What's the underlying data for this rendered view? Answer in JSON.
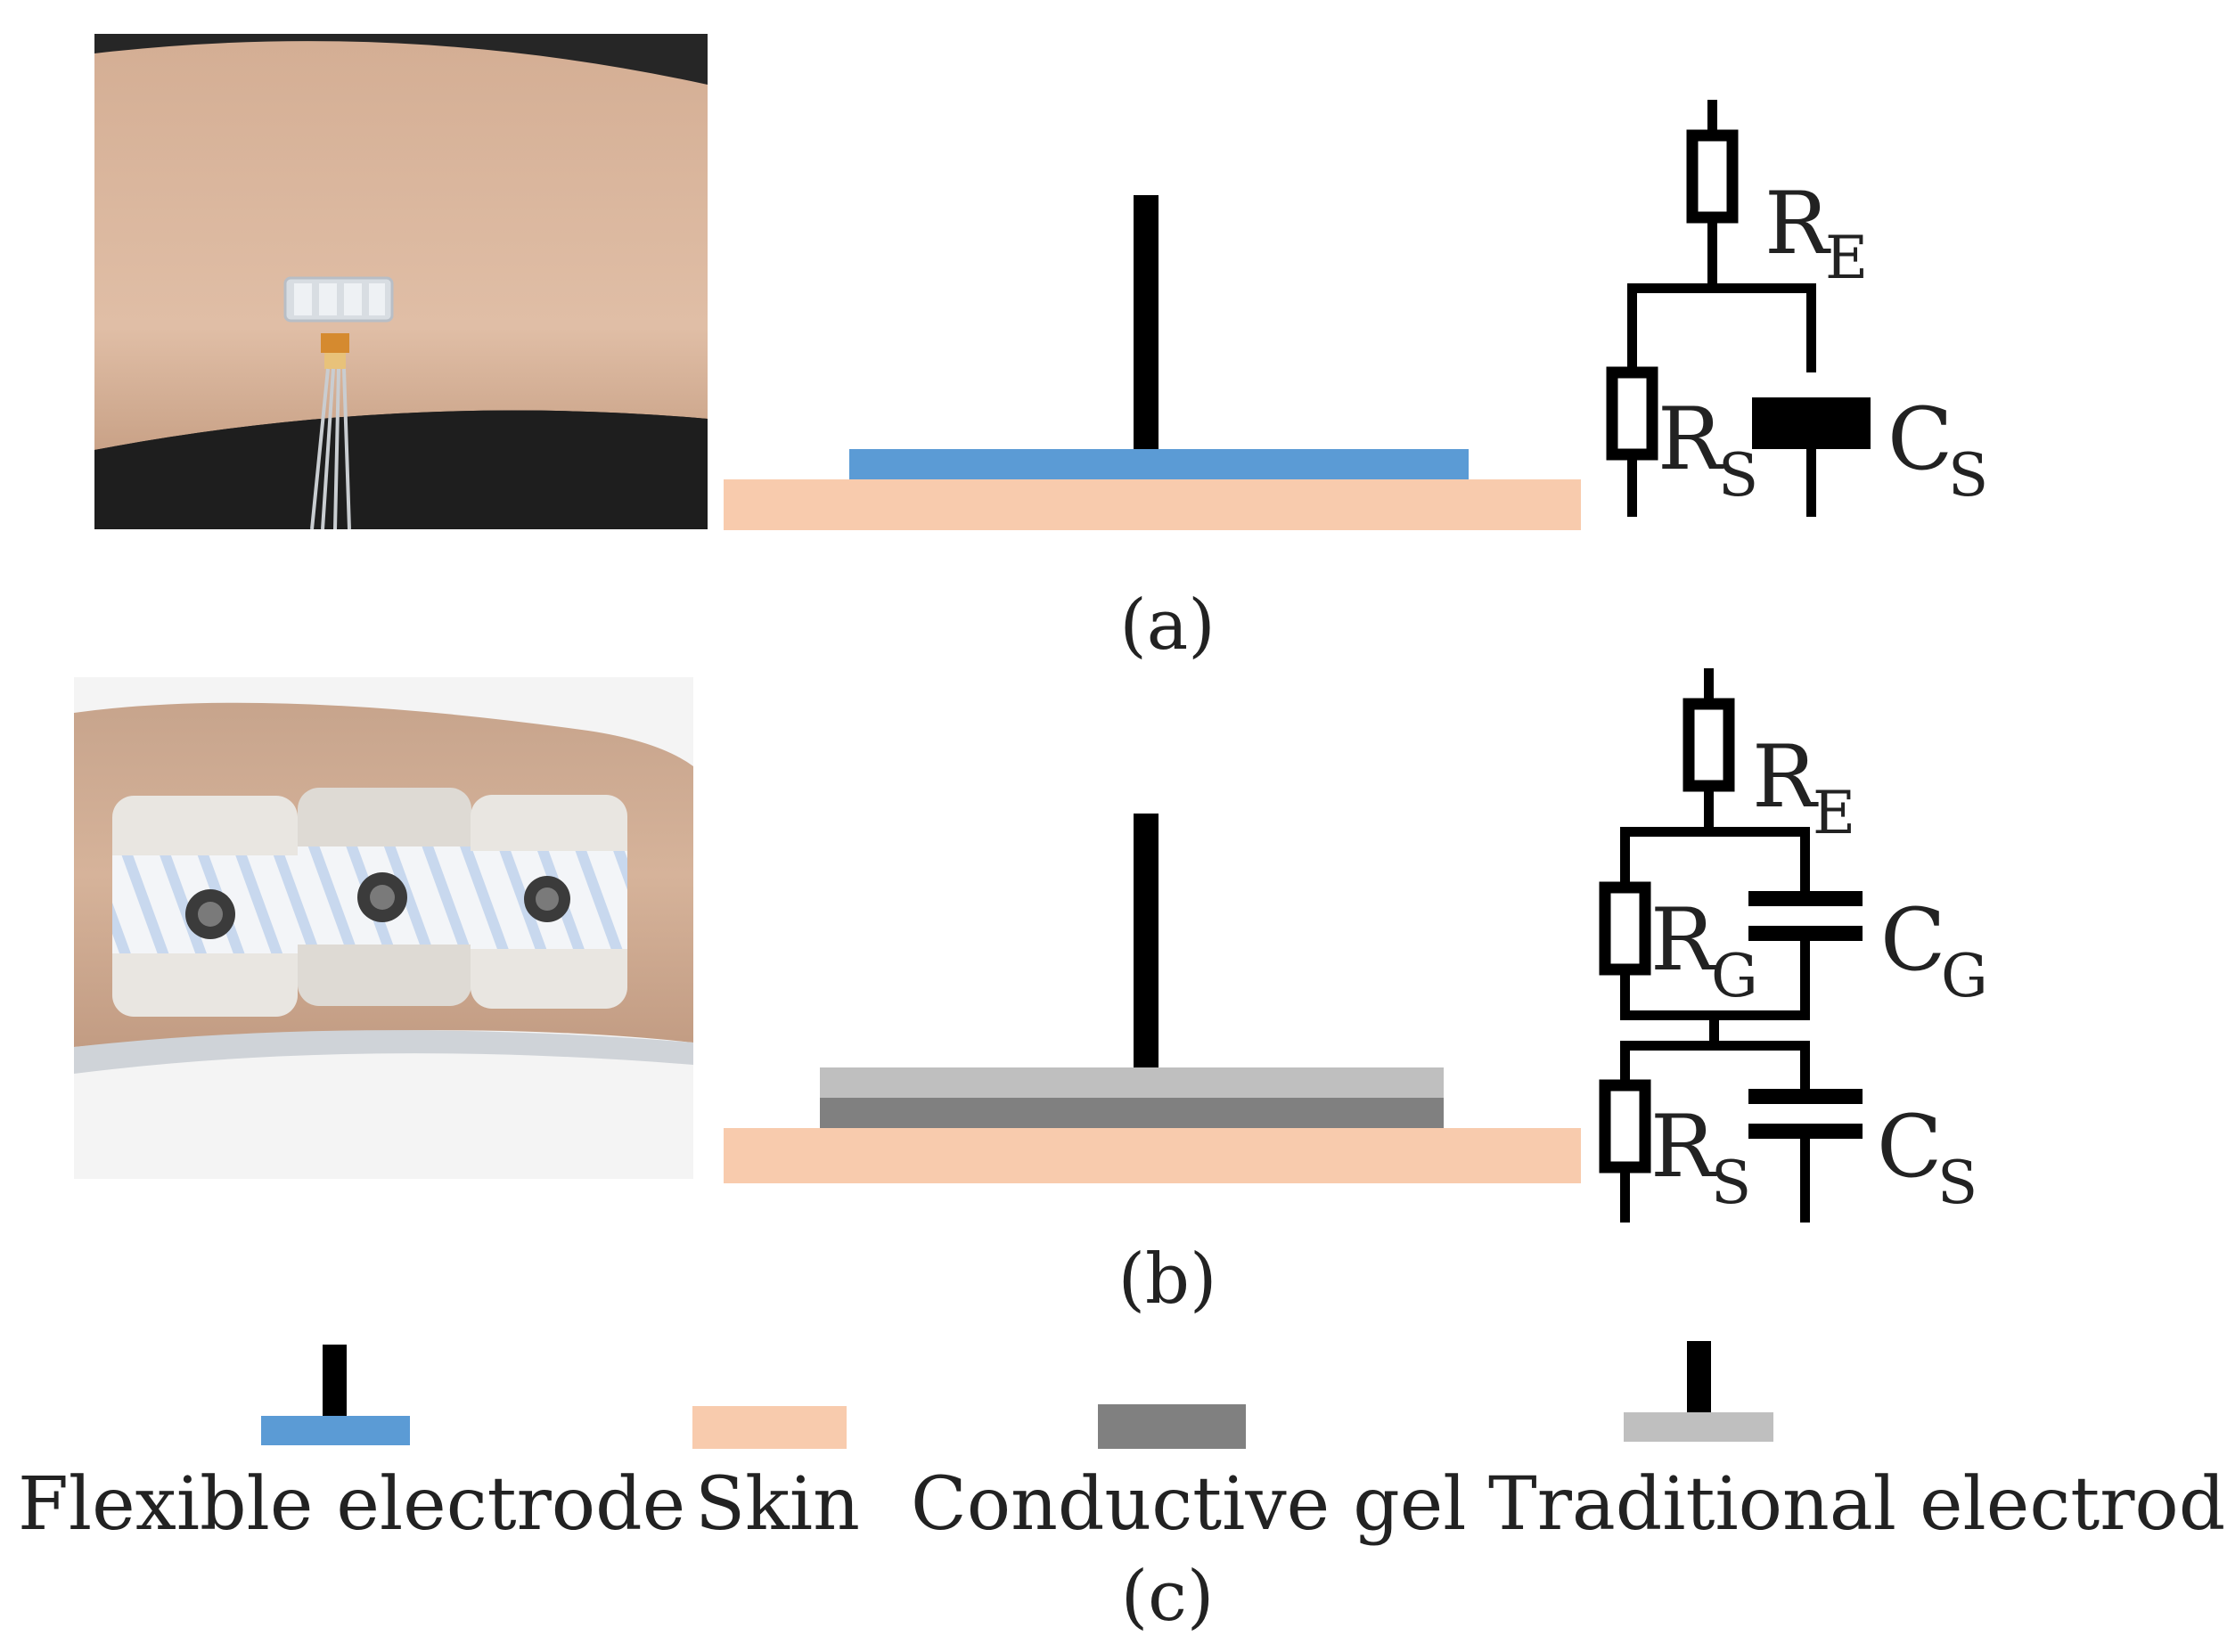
{
  "panels": [
    {
      "label": "(a)"
    },
    {
      "label": "(b)"
    },
    {
      "label": "(c)"
    }
  ],
  "circuit_a": {
    "re": {
      "main": "R",
      "sub": "E"
    },
    "rs": {
      "main": "R",
      "sub": "S"
    },
    "cs": {
      "main": "C",
      "sub": "S"
    }
  },
  "circuit_b": {
    "re": {
      "main": "R",
      "sub": "E"
    },
    "rg": {
      "main": "R",
      "sub": "G"
    },
    "cg": {
      "main": "C",
      "sub": "G"
    },
    "rs": {
      "main": "R",
      "sub": "S"
    },
    "cs": {
      "main": "C",
      "sub": "S"
    }
  },
  "legend": [
    {
      "label": "Flexible electrode",
      "color": "#5b9bd5"
    },
    {
      "label": "Skin",
      "color": "#f8cbad"
    },
    {
      "label": "Conductive gel",
      "color": "#808080"
    },
    {
      "label": "Traditional electrode",
      "color": "#bfbfbf"
    }
  ],
  "colors": {
    "wire": "#000000",
    "flexible_electrode": "#5b9bd5",
    "skin": "#f8cbad",
    "conductive_gel": "#808080",
    "traditional_electrode": "#bfbfbf",
    "skin_photo": "#d9b79f",
    "photo_background_dark": "#2a2a2a"
  }
}
